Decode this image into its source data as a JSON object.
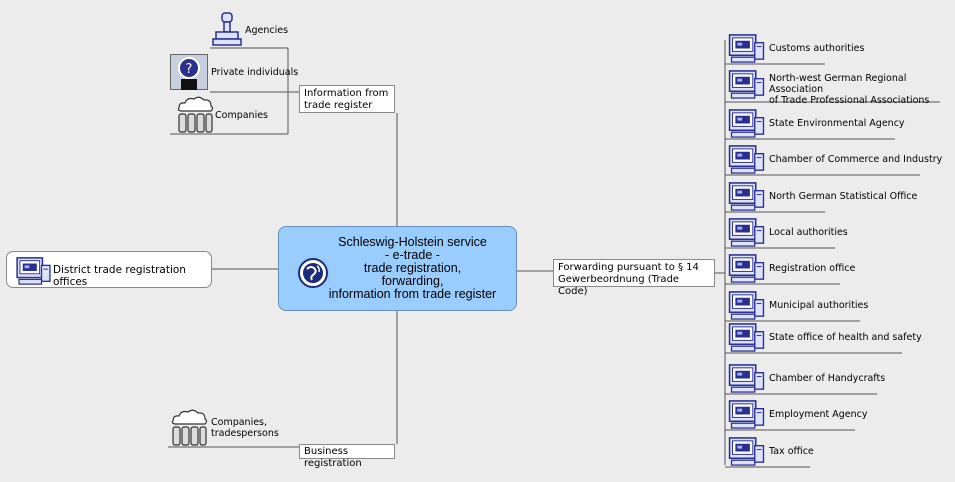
{
  "center": {
    "text": "Schleswig-Holstein service\n- e-trade -\ntrade registration,\nforwarding,\ninformation from trade register"
  },
  "info_branch": {
    "label": "Information from trade register",
    "items": [
      "Agencies",
      "Private individuals",
      "Companies"
    ]
  },
  "business_branch": {
    "label": "Business  registration",
    "items": [
      "Companies,\ntradespersons"
    ]
  },
  "district": {
    "label": "District trade registration offices"
  },
  "forwarding_branch": {
    "label": "Forwarding pursuant to § 14 Gewerbeordnung (Trade Code)",
    "items": [
      "Customs authorities",
      "North-west German Regional Association\nof Trade Professional Associations",
      "State Environmental Agency",
      "Chamber of Commerce and Industry",
      "North German Statistical Office",
      "Local authorities",
      "Registration office",
      "Municipal authorities",
      "State office of health and safety",
      "Chamber of Handycrafts",
      "Employment Agency",
      "Tax office"
    ]
  },
  "colors": {
    "center_fill": "#99ccff",
    "background": "#ececec",
    "icon_blue": "#2a2f8f"
  }
}
